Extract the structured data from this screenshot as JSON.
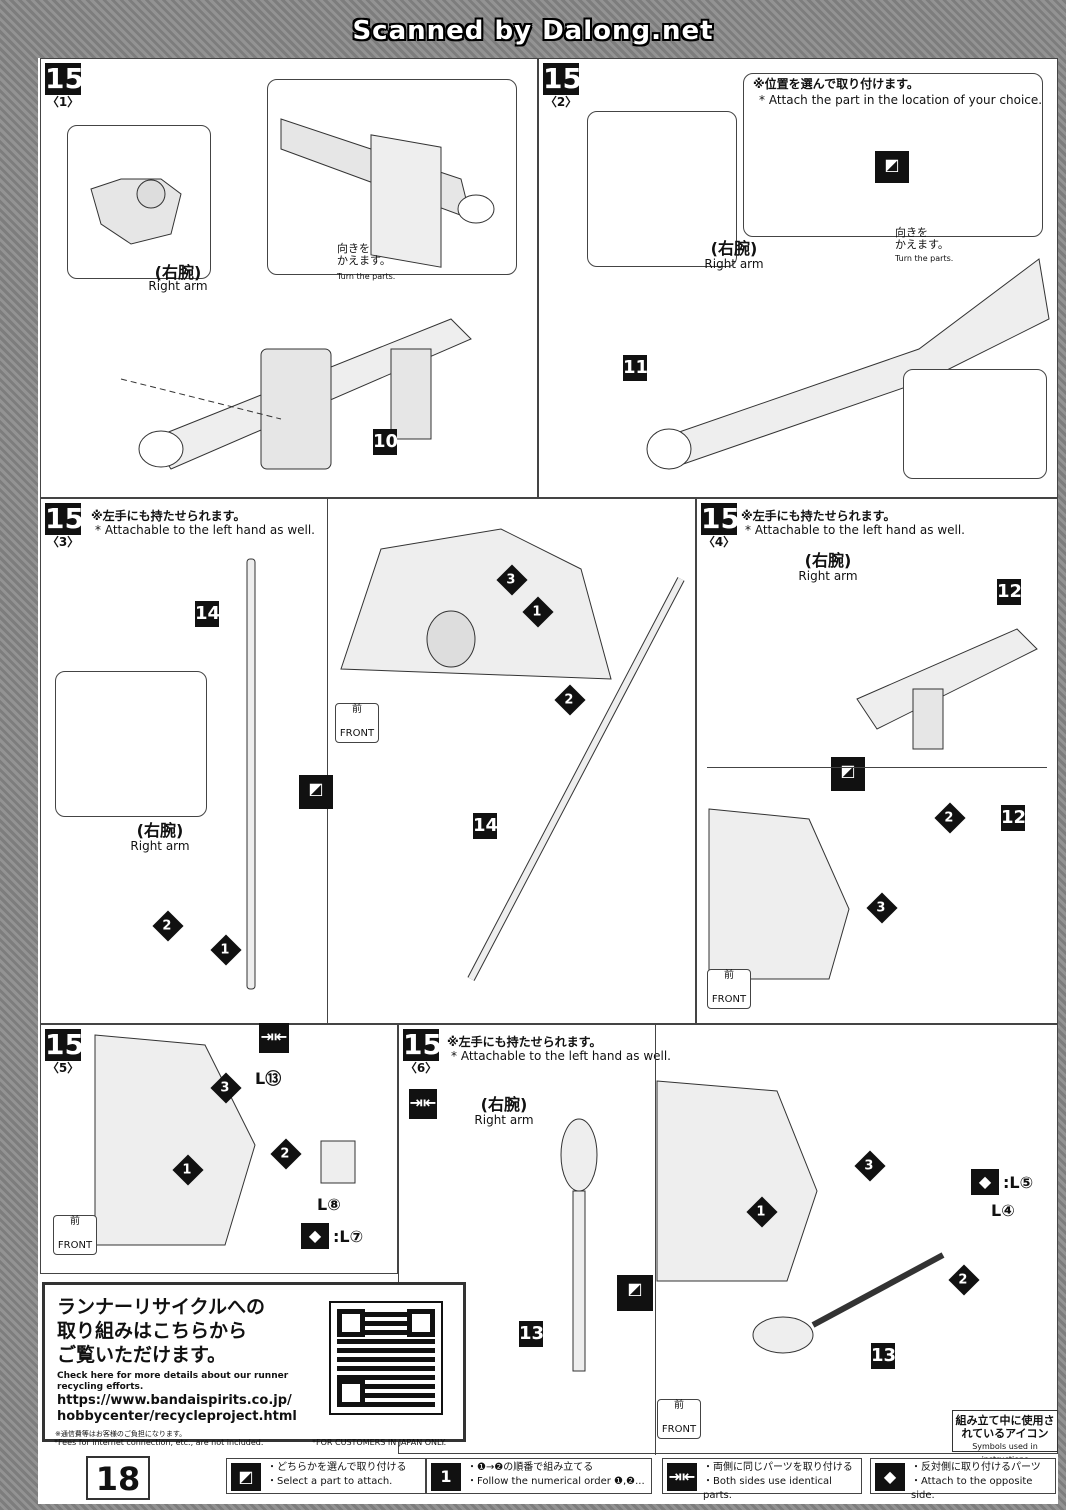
{
  "header": {
    "scanned_by": "Scanned by Dalong.net"
  },
  "page_number": "18",
  "step_label": "15",
  "panels": {
    "p1": {
      "sub": "〈1〉",
      "right_arm_jp": "(右腕)",
      "right_arm_en": "Right arm",
      "turn_jp": "向きを\nかえます。",
      "turn_en": "Turn the parts.",
      "part": "10"
    },
    "p2": {
      "sub": "〈2〉",
      "choice_jp": "※位置を選んで取り付けます。",
      "choice_en": "* Attach the part in the location of your choice.",
      "right_arm_jp": "(右腕)",
      "right_arm_en": "Right arm",
      "turn_jp": "向きを\nかえます。",
      "turn_en": "Turn the parts.",
      "part": "11"
    },
    "p3": {
      "sub": "〈3〉",
      "note_jp": "※左手にも持たせられます。",
      "note_en": "* Attachable to the left hand as well.",
      "right_arm_jp": "(右腕)",
      "right_arm_en": "Right arm",
      "part_a": "14",
      "part_b": "14",
      "front_jp": "前",
      "front_en": "FRONT"
    },
    "p4": {
      "sub": "〈4〉",
      "note_jp": "※左手にも持たせられます。",
      "note_en": "* Attachable to the left hand as well.",
      "right_arm_jp": "(右腕)",
      "right_arm_en": "Right arm",
      "part_a": "12",
      "part_b": "12",
      "front_jp": "前",
      "front_en": "FRONT"
    },
    "p5": {
      "sub": "〈5〉",
      "l13": "L⑬",
      "l8": "L⑧",
      "l7": ":L⑦",
      "front_jp": "前",
      "front_en": "FRONT"
    },
    "p6": {
      "sub": "〈6〉",
      "note_jp": "※左手にも持たせられます。",
      "note_en": "* Attachable to the left hand as well.",
      "right_arm_jp": "(右腕)",
      "right_arm_en": "Right arm",
      "part_a": "13",
      "part_b": "13",
      "l5": ":L⑤",
      "l4": "L④",
      "front_jp": "前",
      "front_en": "FRONT"
    }
  },
  "recycle": {
    "jp_line1": "ランナーリサイクルへの",
    "jp_line2": "取り組みはこちらから",
    "jp_line3": "ご覧いただけます。",
    "en": "Check here for more details about our runner recycling efforts.",
    "url_line1": "https://www.bandaispirits.co.jp/",
    "url_line2": "hobbycenter/recycleproject.html",
    "fee_jp": "※通信費等はお客様のご負担になります。",
    "fee_en": "*Fees for internet connection, etc., are not included.",
    "japan_only": "*FOR CUSTOMERS IN JAPAN ONLY."
  },
  "symbols_box": {
    "jp": "組み立て中に使用されているアイコン",
    "en": "Symbols used in instructions"
  },
  "legend": [
    {
      "icon": "select-part-icon",
      "jp": "・どちらかを選んで取り付ける",
      "en": "・Select a part to attach."
    },
    {
      "icon": "numerical-order-icon",
      "jp": "・❶→❷の順番で組み立てる",
      "en": "・Follow the numerical order ❶,❷..."
    },
    {
      "icon": "both-sides-icon",
      "jp": "・両側に同じパーツを取り付ける",
      "en": "・Both sides use identical parts."
    },
    {
      "icon": "opposite-side-icon",
      "jp": "・反対側に取り付けるパーツ",
      "en": "・Attach to the opposite side."
    }
  ],
  "colors": {
    "ink": "#111111",
    "paper": "#ffffff",
    "border": "#8a8a8a"
  }
}
